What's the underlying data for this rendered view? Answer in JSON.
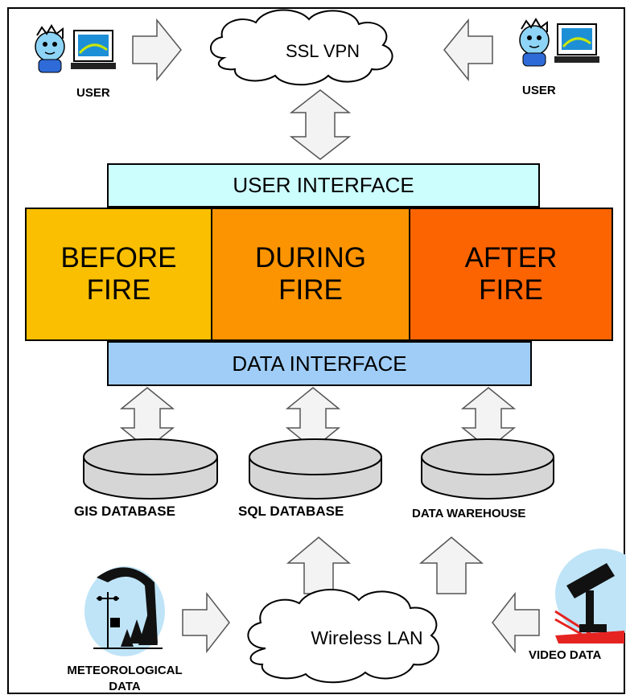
{
  "top": {
    "cloud_label": "SSL VPN",
    "user_left": "USER",
    "user_right": "USER"
  },
  "layers": {
    "user_interface": "USER INTERFACE",
    "data_interface": "DATA INTERFACE"
  },
  "phases": [
    {
      "line1": "BEFORE",
      "line2": "FIRE",
      "color": "#f9bf00"
    },
    {
      "line1": "DURING",
      "line2": "FIRE",
      "color": "#fb9400"
    },
    {
      "line1": "AFTER",
      "line2": "FIRE",
      "color": "#fc6402"
    }
  ],
  "databases": [
    {
      "label": "GIS DATABASE"
    },
    {
      "label": "SQL DATABASE"
    },
    {
      "label": "DATA WAREHOUSE"
    }
  ],
  "bottom": {
    "cloud_label": "Wireless LAN",
    "meteo_line1": "METEOROLOGICAL",
    "meteo_line2": "DATA",
    "video": "VIDEO DATA"
  },
  "colors": {
    "user_interface_fill": "#ccfefe",
    "data_interface_fill": "#9fcdf8",
    "arrow_fill": "#f3f3f3",
    "db_fill": "#d6d6d6"
  }
}
